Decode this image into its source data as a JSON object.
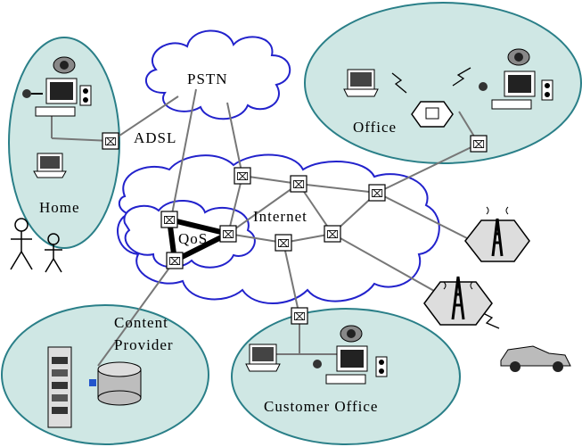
{
  "labels": {
    "pstn": "PSTN",
    "adsl": "ADSL",
    "home": "Home",
    "office": "Office",
    "internet": "Internet",
    "qos": "QoS",
    "content_provider_line1": "Content",
    "content_provider_line2": "Provider",
    "customer_office": "Customer Office"
  },
  "icons": {
    "switch_glyph": "⌘"
  },
  "colors": {
    "ellipse_fill": "#cfe7e4",
    "ellipse_stroke": "#2a7f88",
    "cloud_stroke": "#2222cc",
    "link": "#777777"
  }
}
